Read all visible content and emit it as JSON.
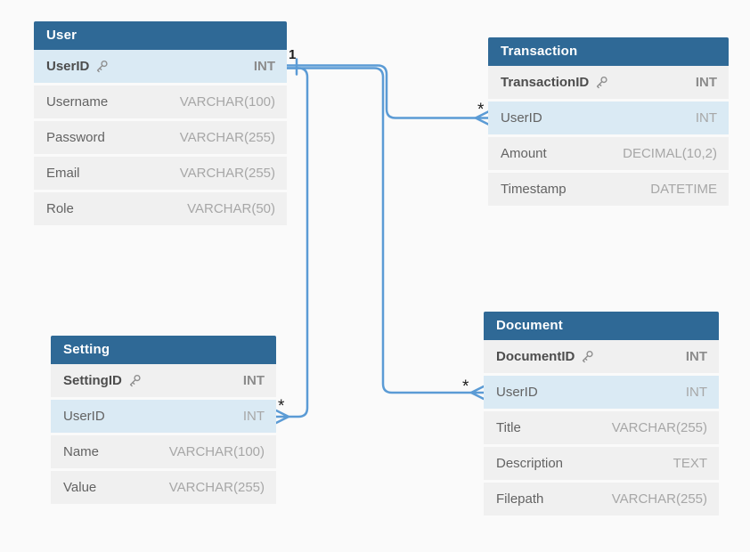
{
  "diagram": {
    "kind": "database-schema",
    "background": "#fafafa",
    "colors": {
      "table_header_bg": "#2f6996",
      "table_header_text": "#ffffff",
      "row_bg": "#f0f0f0",
      "highlight_row_bg": "#daeaf4",
      "field_name_text": "#636363",
      "field_type_text": "#a7a7a7",
      "connector": "#5b9bd5",
      "cardinality_text": "#1b1b1b"
    }
  },
  "tables": [
    {
      "name": "User",
      "fields": [
        {
          "name": "UserID",
          "type": "INT",
          "pk": true,
          "highlight": true
        },
        {
          "name": "Username",
          "type": "VARCHAR(100)",
          "pk": false,
          "highlight": false
        },
        {
          "name": "Password",
          "type": "VARCHAR(255)",
          "pk": false,
          "highlight": false
        },
        {
          "name": "Email",
          "type": "VARCHAR(255)",
          "pk": false,
          "highlight": false
        },
        {
          "name": "Role",
          "type": "VARCHAR(50)",
          "pk": false,
          "highlight": false
        }
      ]
    },
    {
      "name": "Transaction",
      "fields": [
        {
          "name": "TransactionID",
          "type": "INT",
          "pk": true,
          "highlight": false
        },
        {
          "name": "UserID",
          "type": "INT",
          "pk": false,
          "highlight": true
        },
        {
          "name": "Amount",
          "type": "DECIMAL(10,2)",
          "pk": false,
          "highlight": false
        },
        {
          "name": "Timestamp",
          "type": "DATETIME",
          "pk": false,
          "highlight": false
        }
      ]
    },
    {
      "name": "Setting",
      "fields": [
        {
          "name": "SettingID",
          "type": "INT",
          "pk": true,
          "highlight": false
        },
        {
          "name": "UserID",
          "type": "INT",
          "pk": false,
          "highlight": true
        },
        {
          "name": "Name",
          "type": "VARCHAR(100)",
          "pk": false,
          "highlight": false
        },
        {
          "name": "Value",
          "type": "VARCHAR(255)",
          "pk": false,
          "highlight": false
        }
      ]
    },
    {
      "name": "Document",
      "fields": [
        {
          "name": "DocumentID",
          "type": "INT",
          "pk": true,
          "highlight": false
        },
        {
          "name": "UserID",
          "type": "INT",
          "pk": false,
          "highlight": true
        },
        {
          "name": "Title",
          "type": "VARCHAR(255)",
          "pk": false,
          "highlight": false
        },
        {
          "name": "Description",
          "type": "TEXT",
          "pk": false,
          "highlight": false
        },
        {
          "name": "Filepath",
          "type": "VARCHAR(255)",
          "pk": false,
          "highlight": false
        }
      ]
    }
  ],
  "relationships": [
    {
      "from": "User.UserID",
      "to": "Transaction.UserID",
      "from_card": "1",
      "to_card": "*"
    },
    {
      "from": "User.UserID",
      "to": "Document.UserID",
      "from_card": "1",
      "to_card": "*"
    },
    {
      "from": "User.UserID",
      "to": "Setting.UserID",
      "from_card": "1",
      "to_card": "*"
    }
  ]
}
